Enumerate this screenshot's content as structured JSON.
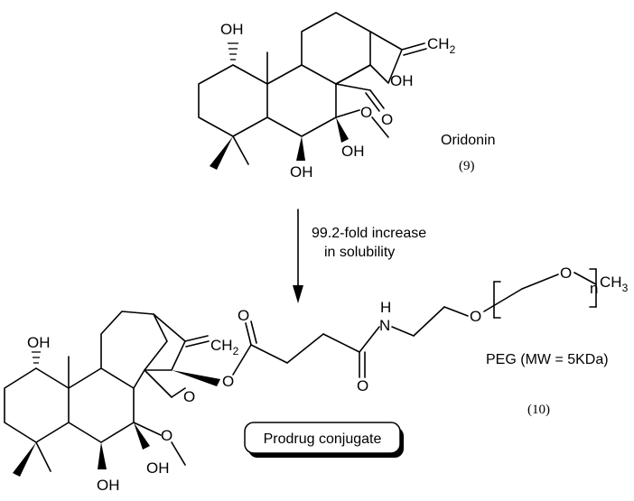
{
  "compound_top": {
    "name": "Oridonin",
    "number": "(9)",
    "atoms": {
      "oh_a": "OH",
      "ch2": "CH",
      "ch2_sub": "2",
      "oh_acid": "OH",
      "o_carbonyl": "O",
      "o_methoxy": "O",
      "oh_b": "OH",
      "oh_c": "OH"
    }
  },
  "reaction": {
    "line1": "99.2-fold increase",
    "line2": "in solubility"
  },
  "compound_bottom": {
    "number": "(10)",
    "peg_label": "PEG (MW = 5KDa)",
    "badge": "Prodrug conjugate",
    "atoms": {
      "oh_a": "OH",
      "ch2": "CH",
      "ch2_sub": "2",
      "o_lactone": "O",
      "o_methoxy": "O",
      "oh_b": "OH",
      "oh_c": "OH",
      "o_ester_link": "O",
      "o_ester_carbonyl": "O",
      "o_amide": "O",
      "nh_h": "H",
      "nh_n": "N",
      "o_peg1": "O",
      "o_peg2": "O",
      "n_sub": "n",
      "ch3": "CH",
      "ch3_sub": "3"
    }
  }
}
